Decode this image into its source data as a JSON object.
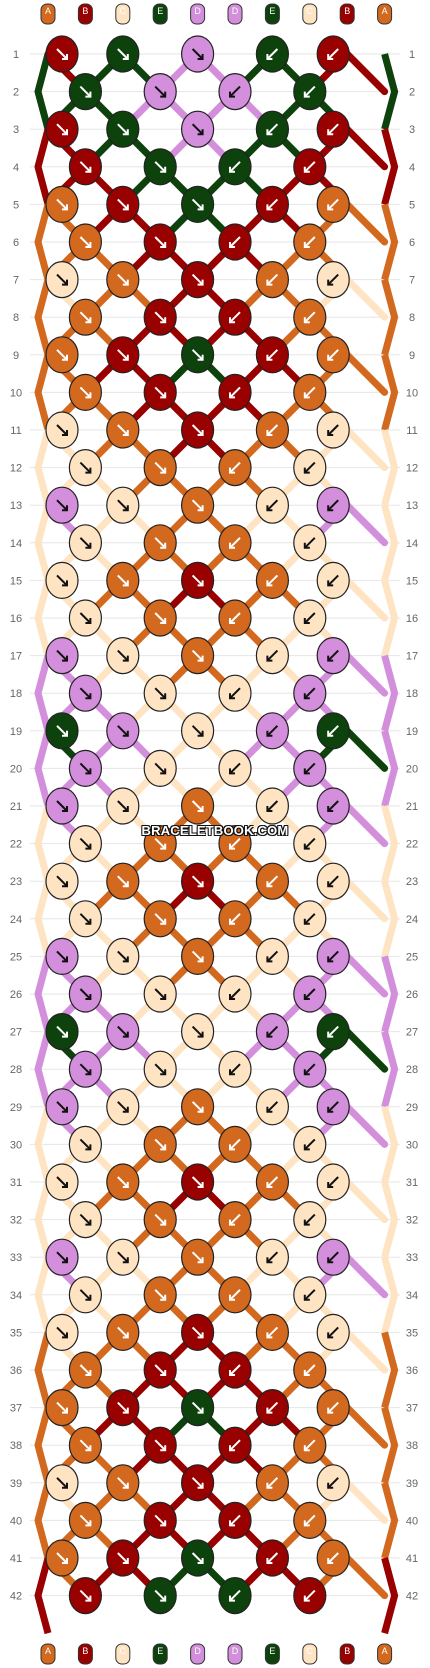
{
  "title": "BRACELETBOOK.COM",
  "strands": {
    "top": [
      "A",
      "B",
      "C",
      "E",
      "D",
      "D",
      "E",
      "C",
      "B",
      "A"
    ],
    "bottom": [
      "A",
      "B",
      "C",
      "E",
      "D",
      "D",
      "E",
      "C",
      "B",
      "A"
    ]
  },
  "colors": {
    "A": "#d2691e",
    "B": "#990000",
    "C": "#ffe4c4",
    "D": "#d38fdc",
    "E": "#0d420d"
  },
  "rows": [
    {
      "n": 1,
      "knots": [
        "B",
        "E",
        "D",
        "E",
        "B"
      ]
    },
    {
      "n": 2,
      "knots": [
        "E",
        "D",
        "D",
        "E"
      ]
    },
    {
      "n": 3,
      "knots": [
        "B",
        "E",
        "D",
        "E",
        "B"
      ]
    },
    {
      "n": 4,
      "knots": [
        "B",
        "E",
        "E",
        "B"
      ]
    },
    {
      "n": 5,
      "knots": [
        "A",
        "B",
        "E",
        "B",
        "A"
      ]
    },
    {
      "n": 6,
      "knots": [
        "A",
        "B",
        "B",
        "A"
      ]
    },
    {
      "n": 7,
      "knots": [
        "C",
        "A",
        "B",
        "A",
        "C"
      ]
    },
    {
      "n": 8,
      "knots": [
        "A",
        "B",
        "B",
        "A"
      ]
    },
    {
      "n": 9,
      "knots": [
        "A",
        "B",
        "E",
        "B",
        "A"
      ]
    },
    {
      "n": 10,
      "knots": [
        "A",
        "B",
        "B",
        "A"
      ]
    },
    {
      "n": 11,
      "knots": [
        "C",
        "A",
        "B",
        "A",
        "C"
      ]
    },
    {
      "n": 12,
      "knots": [
        "C",
        "A",
        "A",
        "C"
      ]
    },
    {
      "n": 13,
      "knots": [
        "D",
        "C",
        "A",
        "C",
        "D"
      ]
    },
    {
      "n": 14,
      "knots": [
        "C",
        "A",
        "A",
        "C"
      ]
    },
    {
      "n": 15,
      "knots": [
        "C",
        "A",
        "B",
        "A",
        "C"
      ]
    },
    {
      "n": 16,
      "knots": [
        "C",
        "A",
        "A",
        "C"
      ]
    },
    {
      "n": 17,
      "knots": [
        "D",
        "C",
        "A",
        "C",
        "D"
      ]
    },
    {
      "n": 18,
      "knots": [
        "D",
        "C",
        "C",
        "D"
      ]
    },
    {
      "n": 19,
      "knots": [
        "E",
        "D",
        "C",
        "D",
        "E"
      ]
    },
    {
      "n": 20,
      "knots": [
        "D",
        "C",
        "C",
        "D"
      ]
    },
    {
      "n": 21,
      "knots": [
        "D",
        "C",
        "A",
        "C",
        "D"
      ]
    },
    {
      "n": 22,
      "knots": [
        "C",
        "A",
        "A",
        "C"
      ]
    },
    {
      "n": 23,
      "knots": [
        "C",
        "A",
        "B",
        "A",
        "C"
      ]
    },
    {
      "n": 24,
      "knots": [
        "C",
        "A",
        "A",
        "C"
      ]
    },
    {
      "n": 25,
      "knots": [
        "D",
        "C",
        "A",
        "C",
        "D"
      ]
    },
    {
      "n": 26,
      "knots": [
        "D",
        "C",
        "C",
        "D"
      ]
    },
    {
      "n": 27,
      "knots": [
        "E",
        "D",
        "C",
        "D",
        "E"
      ]
    },
    {
      "n": 28,
      "knots": [
        "D",
        "C",
        "C",
        "D"
      ]
    },
    {
      "n": 29,
      "knots": [
        "D",
        "C",
        "A",
        "C",
        "D"
      ]
    },
    {
      "n": 30,
      "knots": [
        "C",
        "A",
        "A",
        "C"
      ]
    },
    {
      "n": 31,
      "knots": [
        "C",
        "A",
        "B",
        "A",
        "C"
      ]
    },
    {
      "n": 32,
      "knots": [
        "C",
        "A",
        "A",
        "C"
      ]
    },
    {
      "n": 33,
      "knots": [
        "D",
        "C",
        "A",
        "C",
        "D"
      ]
    },
    {
      "n": 34,
      "knots": [
        "C",
        "A",
        "A",
        "C"
      ]
    },
    {
      "n": 35,
      "knots": [
        "C",
        "A",
        "B",
        "A",
        "C"
      ]
    },
    {
      "n": 36,
      "knots": [
        "A",
        "B",
        "B",
        "A"
      ]
    },
    {
      "n": 37,
      "knots": [
        "A",
        "B",
        "E",
        "B",
        "A"
      ]
    },
    {
      "n": 38,
      "knots": [
        "A",
        "B",
        "B",
        "A"
      ]
    },
    {
      "n": 39,
      "knots": [
        "C",
        "A",
        "B",
        "A",
        "C"
      ]
    },
    {
      "n": 40,
      "knots": [
        "A",
        "B",
        "B",
        "A"
      ]
    },
    {
      "n": 41,
      "knots": [
        "A",
        "B",
        "E",
        "B",
        "A"
      ]
    },
    {
      "n": 42,
      "knots": [
        "B",
        "E",
        "E",
        "B"
      ]
    }
  ]
}
